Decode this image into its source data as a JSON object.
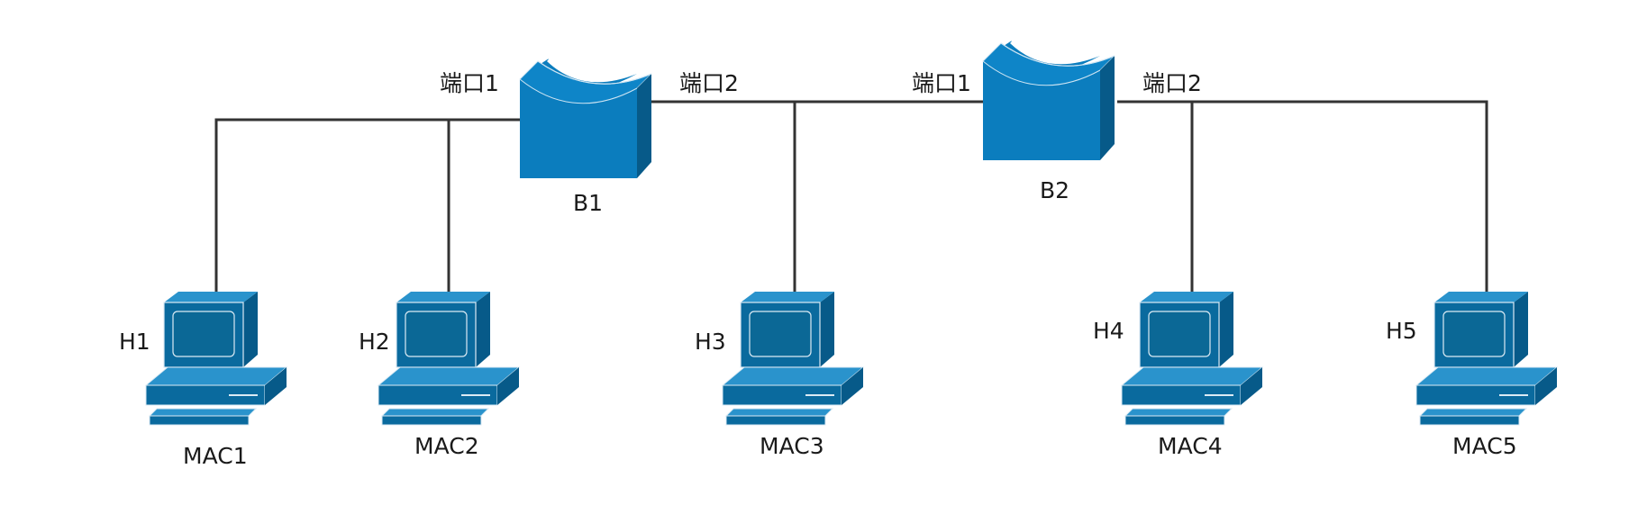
{
  "colors": {
    "device": "#0b7dbe",
    "device_dark": "#075a89",
    "pc": "#0a6a9e",
    "pc_screen": "#0b6896",
    "wire": "#333333"
  },
  "bridges": [
    {
      "name": "B1",
      "left_port": "端口1",
      "right_port": "端口2",
      "icon": "bridge-icon"
    },
    {
      "name": "B2",
      "left_port": "端口1",
      "right_port": "端口2",
      "icon": "bridge-icon"
    }
  ],
  "hosts": [
    {
      "name": "H1",
      "mac": "MAC1",
      "icon": "computer-icon"
    },
    {
      "name": "H2",
      "mac": "MAC2",
      "icon": "computer-icon"
    },
    {
      "name": "H3",
      "mac": "MAC3",
      "icon": "computer-icon"
    },
    {
      "name": "H4",
      "mac": "MAC4",
      "icon": "computer-icon"
    },
    {
      "name": "H5",
      "mac": "MAC5",
      "icon": "computer-icon"
    }
  ]
}
